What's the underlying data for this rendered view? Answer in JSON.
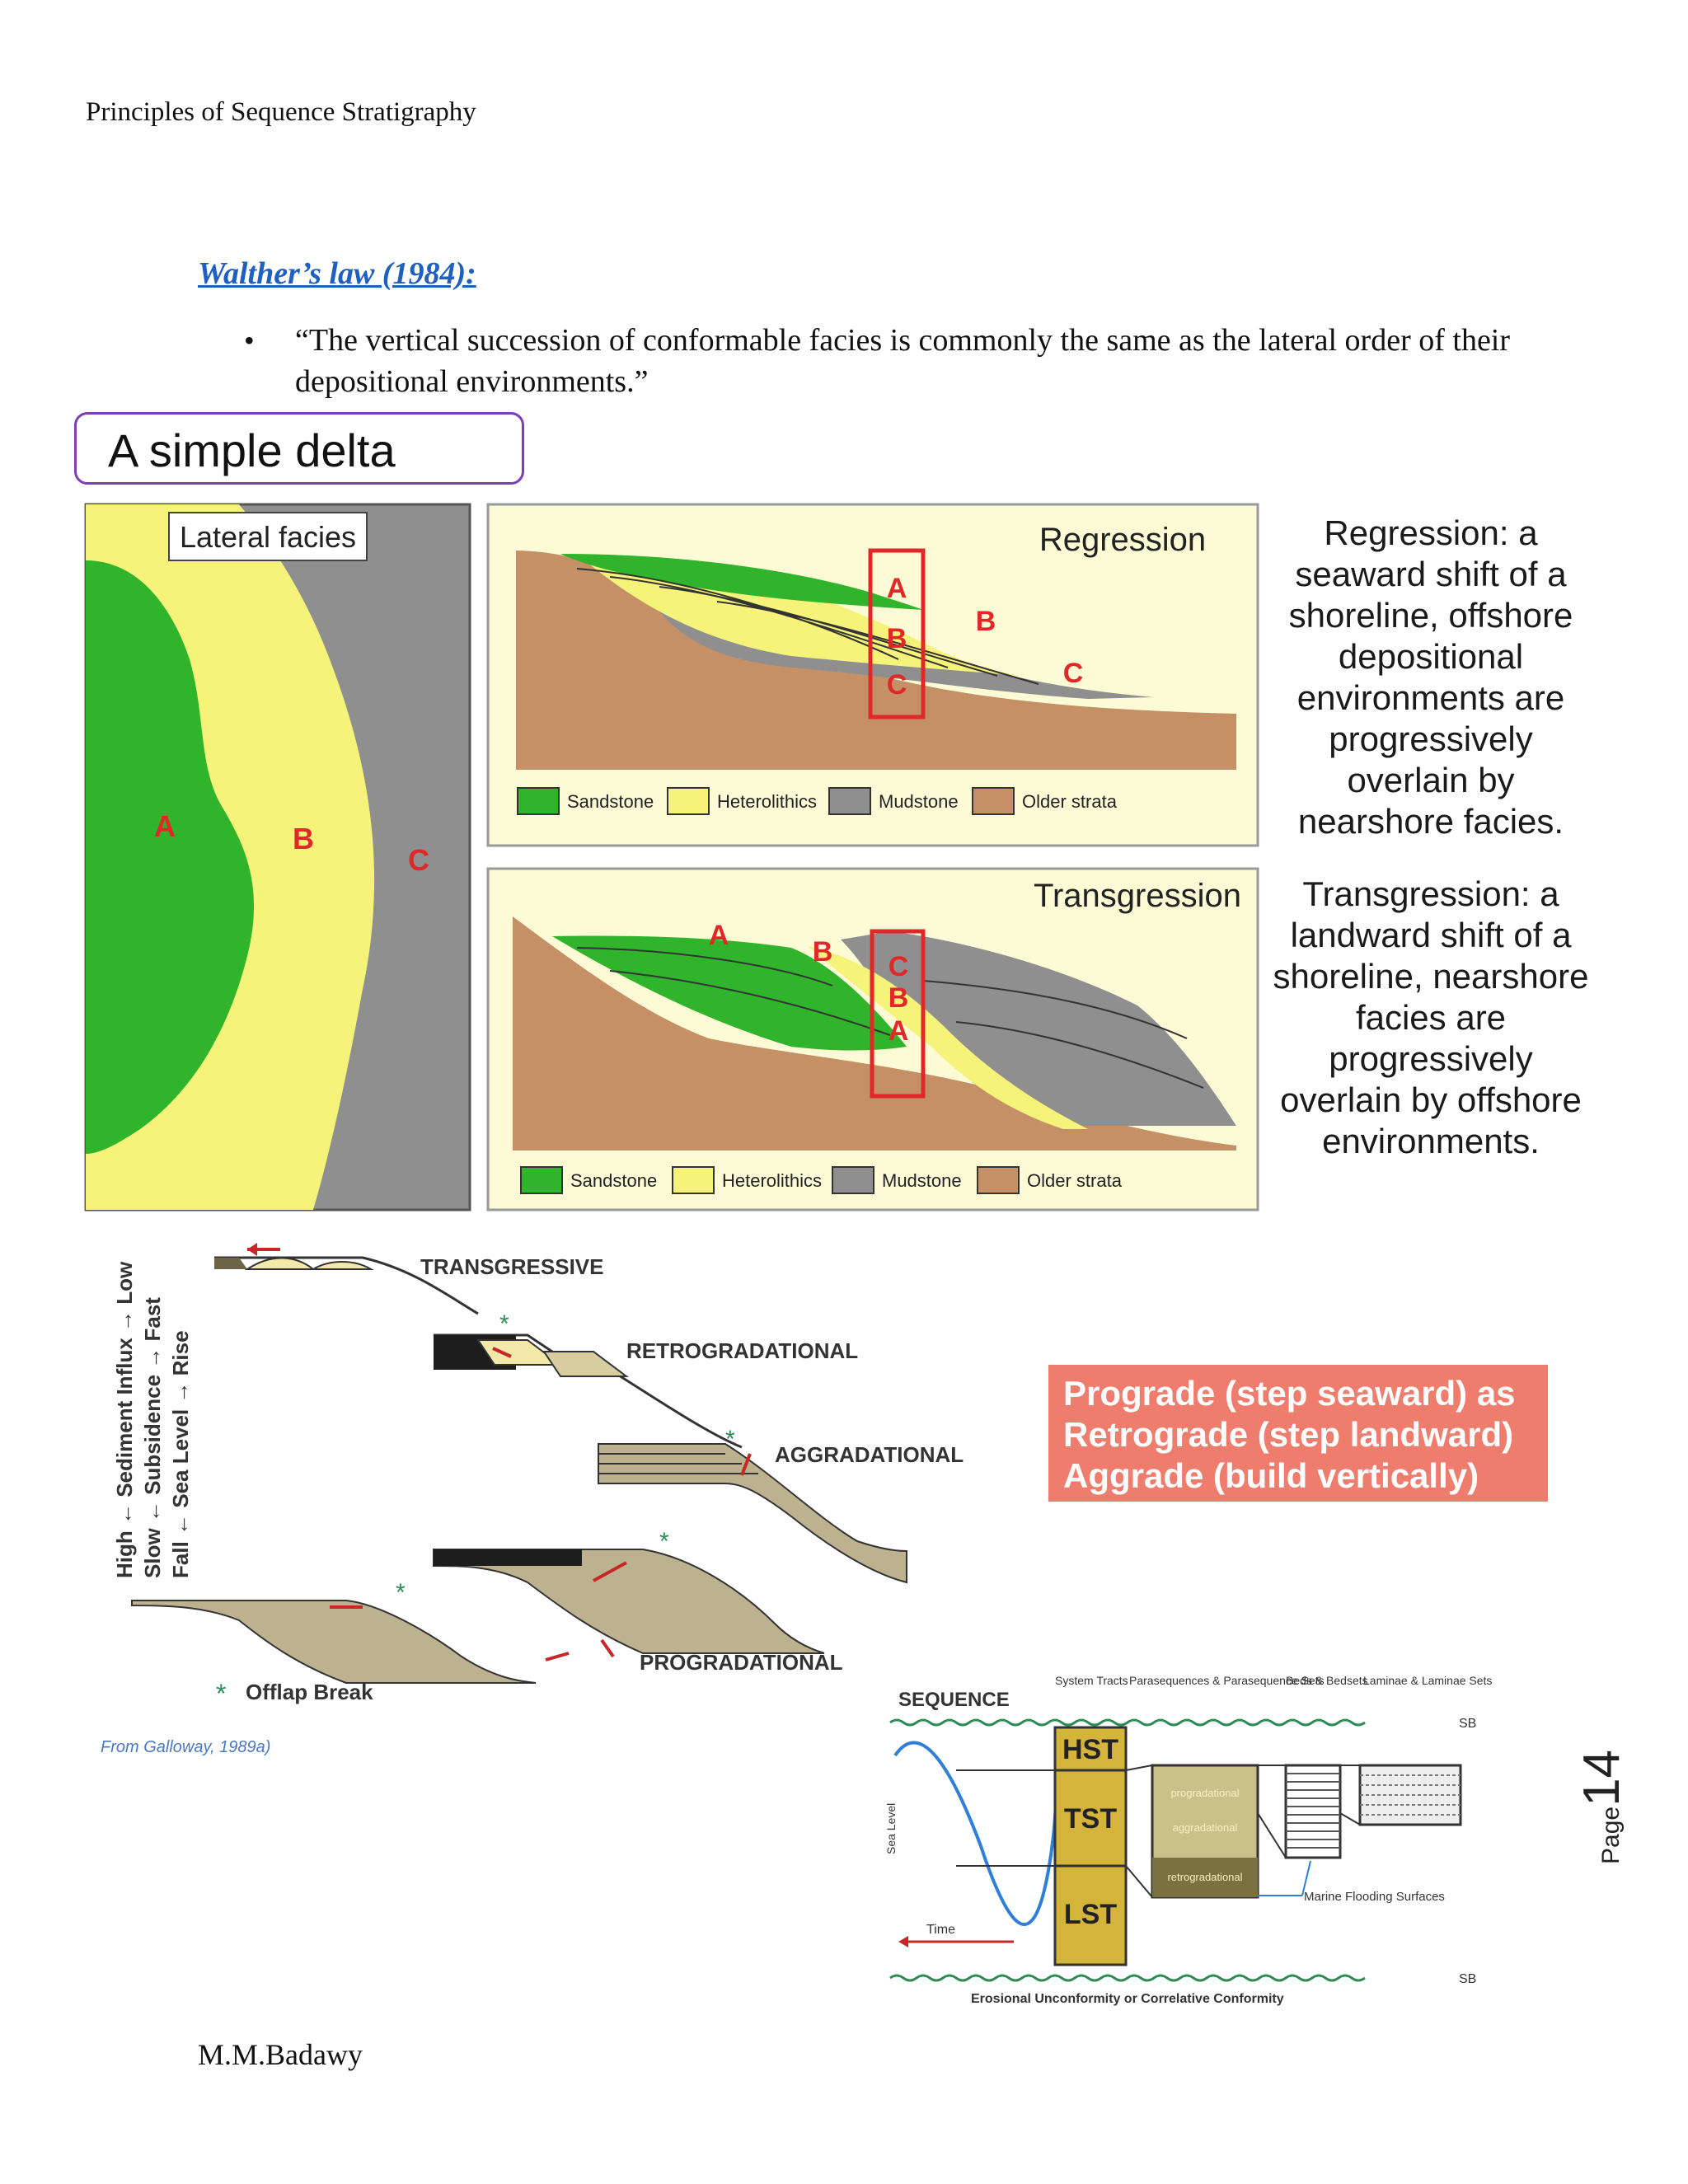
{
  "header": {
    "title": "Principles of Sequence Stratigraphy"
  },
  "section": {
    "title": "Walther’s law (1984):",
    "bullet": "“The vertical succession of conformable facies is commonly the same as the lateral order of their depositional environments.”"
  },
  "delta_model": {
    "title": "A simple delta model:",
    "lateral_label": "Lateral facies",
    "facies_letters": [
      "A",
      "B",
      "C"
    ],
    "regression_title": "Regression",
    "transgression_title": "Transgression",
    "legend": [
      "Sandstone",
      "Heterolithics",
      "Mudstone",
      "Older strata"
    ],
    "regression_text": "Regression: a seaward shift of a shoreline, offshore depositional environments are progressively overlain by nearshore facies.",
    "transgression_text": "Transgression: a landward shift of a shoreline, nearshore facies are progressively overlain by offshore environments.",
    "colors": {
      "sandstone": "#2fb42b",
      "heterolithics": "#f6f37a",
      "mudstone": "#8f8f8f",
      "older": "#c69066",
      "panel": "#fcfbd6",
      "red": "#e02828"
    }
  },
  "stacking": {
    "axis_lines": [
      "High ← Sediment Influx → Low",
      "Slow ← Subsidence → Fast",
      "Fall ← Sea Level → Rise"
    ],
    "labels": [
      "TRANSGRESSIVE",
      "RETROGRADATIONAL",
      "AGGRADATIONAL",
      "PROGRADATIONAL"
    ],
    "offlap": "Offlap Break",
    "citation": "From Galloway, 1989a)"
  },
  "note_box": [
    "Prograde (step seaward) as",
    "Retrograde (step landward)",
    "Aggrade (build vertically)"
  ],
  "sequence_diagram": {
    "title": "SEQUENCE",
    "col_headers": [
      "System Tracts",
      "Parasequences & Parasequence Sets",
      "Beds & Bedsets",
      "Laminae & Laminae Sets"
    ],
    "tracts": [
      "HST",
      "TST",
      "LST"
    ],
    "inner_labels": [
      "progradational",
      "aggradational",
      "retrogradational"
    ],
    "sb": "SB",
    "sea_level": "Sea Level",
    "time": "Time",
    "mfs": "Marine Flooding Surfaces",
    "bottom": "Erosional Unconformity or Correlative Conformity"
  },
  "footer": {
    "author": "M.M.Badawy",
    "page_label": "Page",
    "page_number": "14"
  }
}
